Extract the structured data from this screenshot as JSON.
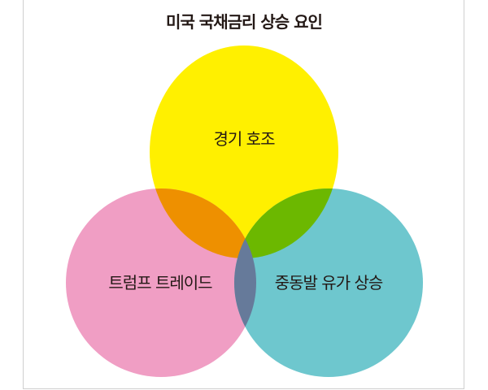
{
  "title": "미국 국채금리 상승 요인",
  "circles": [
    {
      "label": "경기 호조",
      "color": "#FFF000"
    },
    {
      "label": "트럼프 트레이드",
      "color": "#F09EC4"
    },
    {
      "label": "중동발 유가 상승",
      "color": "#6EC7CE"
    }
  ],
  "overlaps": {
    "yellow_pink": "#EE9000",
    "yellow_teal": "#6CB800",
    "pink_teal": "#667A9A"
  }
}
